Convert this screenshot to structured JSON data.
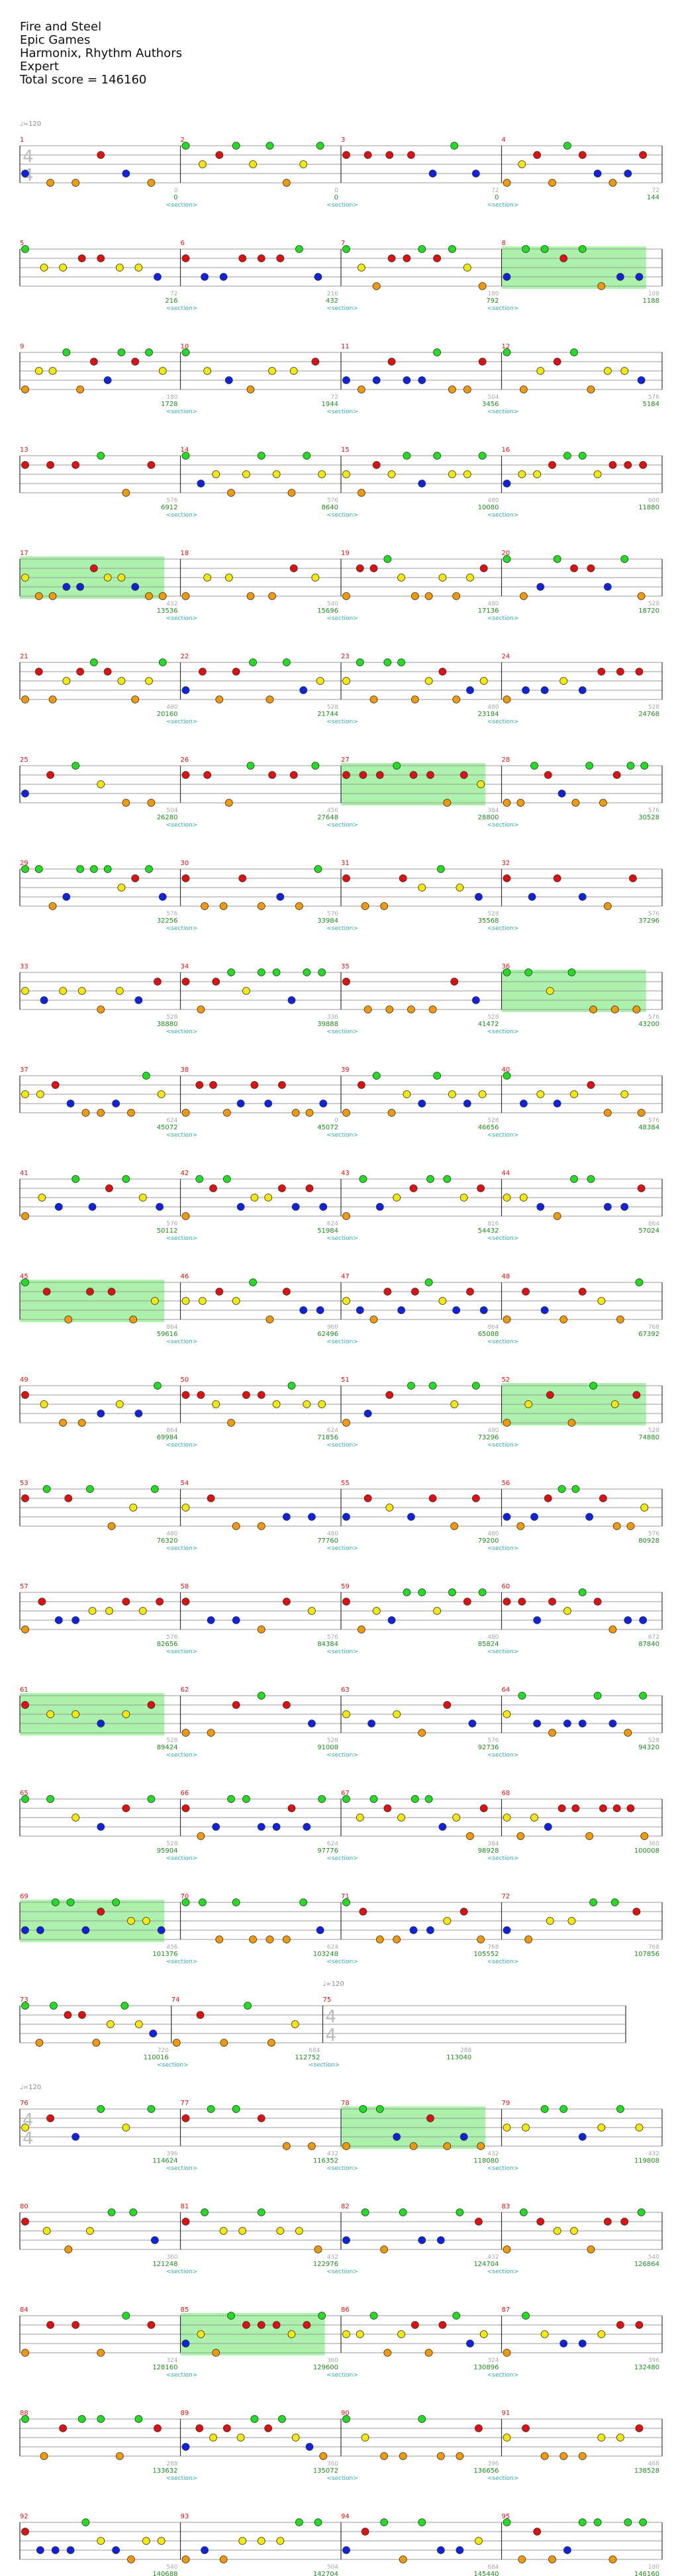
{
  "header": {
    "title": "Fire and Steel",
    "artist": "Epic Games",
    "charter": "Harmonix, Rhythm Authors",
    "difficulty": "Expert",
    "total_score": "Total score = 146160"
  },
  "tempo_label": "♩=120",
  "time_signature": {
    "numerator": "4",
    "denominator": "4"
  },
  "section_label": "<section>",
  "lane_colors": {
    "green": "#22dd22",
    "red": "#dd1111",
    "yellow": "#f5e80a",
    "blue": "#1122dd",
    "orange": "#f09a0a",
    "starpower": "#90ee90",
    "measure_number": "#dd1111",
    "score": "#228822",
    "section": "#33aaaa",
    "staff": "#999999"
  },
  "rows": [
    {
      "measures": [
        1,
        2,
        3,
        4
      ],
      "scores": [
        "0",
        "0",
        "0",
        "144"
      ],
      "counts": [
        "0",
        "0",
        "72",
        "72"
      ],
      "sections": [
        false,
        true,
        true,
        true
      ],
      "tempo": true,
      "timesig": true
    },
    {
      "measures": [
        5,
        6,
        7,
        8
      ],
      "scores": [
        "216",
        "432",
        "792",
        "1188"
      ],
      "counts": [
        "72",
        "216",
        "180",
        "108"
      ],
      "sections": [
        false,
        true,
        true,
        true
      ]
    },
    {
      "measures": [
        9,
        10,
        11,
        12
      ],
      "scores": [
        "1728",
        "1944",
        "3456",
        "5184"
      ],
      "counts": [
        "180",
        "72",
        "504",
        "576"
      ],
      "sections": [
        false,
        true,
        true,
        true
      ]
    },
    {
      "measures": [
        13,
        14,
        15,
        16
      ],
      "scores": [
        "6912",
        "8640",
        "10080",
        "11880"
      ],
      "counts": [
        "576",
        "576",
        "480",
        "600"
      ],
      "sections": [
        false,
        true,
        true,
        true
      ]
    },
    {
      "measures": [
        17,
        18,
        19,
        20
      ],
      "scores": [
        "13536",
        "15696",
        "17136",
        "18720"
      ],
      "counts": [
        "432",
        "540",
        "480",
        "528"
      ],
      "sections": [
        false,
        true,
        true,
        true
      ]
    },
    {
      "measures": [
        21,
        22,
        23,
        24
      ],
      "scores": [
        "20160",
        "21744",
        "23184",
        "24768"
      ],
      "counts": [
        "480",
        "528",
        "480",
        "528"
      ],
      "sections": [
        false,
        true,
        true,
        true
      ]
    },
    {
      "measures": [
        25,
        26,
        27,
        28
      ],
      "scores": [
        "26280",
        "27648",
        "28800",
        "30528"
      ],
      "counts": [
        "504",
        "456",
        "384",
        "576"
      ],
      "sections": [
        false,
        true,
        true,
        true
      ]
    },
    {
      "measures": [
        29,
        30,
        31,
        32
      ],
      "scores": [
        "32256",
        "33984",
        "35568",
        "37296"
      ],
      "counts": [
        "576",
        "576",
        "528",
        "576"
      ],
      "sections": [
        false,
        true,
        true,
        true
      ]
    },
    {
      "measures": [
        33,
        34,
        35,
        36
      ],
      "scores": [
        "38880",
        "39888",
        "41472",
        "43200"
      ],
      "counts": [
        "528",
        "336",
        "528",
        "576"
      ],
      "sections": [
        false,
        true,
        true,
        true
      ]
    },
    {
      "measures": [
        37,
        38,
        39,
        40
      ],
      "scores": [
        "45072",
        "45072",
        "46656",
        "48384"
      ],
      "counts": [
        "624",
        "0",
        "528",
        "576"
      ],
      "sections": [
        false,
        true,
        true,
        true
      ]
    },
    {
      "measures": [
        41,
        42,
        43,
        44
      ],
      "scores": [
        "50112",
        "51984",
        "54432",
        "57024"
      ],
      "counts": [
        "576",
        "624",
        "816",
        "864"
      ],
      "sections": [
        false,
        true,
        true,
        true
      ]
    },
    {
      "measures": [
        45,
        46,
        47,
        48
      ],
      "scores": [
        "59616",
        "62496",
        "65088",
        "67392"
      ],
      "counts": [
        "864",
        "960",
        "864",
        "768"
      ],
      "sections": [
        false,
        true,
        true,
        true
      ]
    },
    {
      "measures": [
        49,
        50,
        51,
        52
      ],
      "scores": [
        "69984",
        "71856",
        "73296",
        "74880"
      ],
      "counts": [
        "864",
        "624",
        "480",
        "528"
      ],
      "sections": [
        false,
        true,
        true,
        true
      ]
    },
    {
      "measures": [
        53,
        54,
        55,
        56
      ],
      "scores": [
        "76320",
        "77760",
        "79200",
        "80928"
      ],
      "counts": [
        "480",
        "480",
        "480",
        "576"
      ],
      "sections": [
        false,
        true,
        true,
        true
      ]
    },
    {
      "measures": [
        57,
        58,
        59,
        60
      ],
      "scores": [
        "82656",
        "84384",
        "85824",
        "87840"
      ],
      "counts": [
        "576",
        "576",
        "480",
        "672"
      ],
      "sections": [
        false,
        true,
        true,
        true
      ]
    },
    {
      "measures": [
        61,
        62,
        63,
        64
      ],
      "scores": [
        "89424",
        "91008",
        "92736",
        "94320"
      ],
      "counts": [
        "528",
        "528",
        "576",
        "528"
      ],
      "sections": [
        false,
        true,
        true,
        true
      ]
    },
    {
      "measures": [
        65,
        66,
        67,
        68
      ],
      "scores": [
        "95904",
        "97776",
        "98928",
        "100008"
      ],
      "counts": [
        "528",
        "624",
        "384",
        "360"
      ],
      "sections": [
        false,
        true,
        true,
        true
      ]
    },
    {
      "measures": [
        69,
        70,
        71,
        72
      ],
      "scores": [
        "101376",
        "103248",
        "105552",
        "107856"
      ],
      "counts": [
        "456",
        "624",
        "768",
        "768"
      ],
      "sections": [
        false,
        true,
        true,
        true
      ]
    },
    {
      "measures": [
        73,
        74,
        75
      ],
      "scores": [
        "110016",
        "112752",
        "113040"
      ],
      "counts": [
        "720",
        "684",
        "288"
      ],
      "sections": [
        false,
        true,
        true
      ],
      "tempo_at": 2,
      "timesig_at": 2,
      "short": true
    },
    {
      "measures": [
        76,
        77,
        78,
        79
      ],
      "scores": [
        "114624",
        "116352",
        "118080",
        "119808"
      ],
      "counts": [
        "396",
        "432",
        "432",
        "432"
      ],
      "sections": [
        false,
        true,
        true,
        true
      ],
      "tempo": true,
      "timesig": true
    },
    {
      "measures": [
        80,
        81,
        82,
        83
      ],
      "scores": [
        "121248",
        "122976",
        "124704",
        "126864"
      ],
      "counts": [
        "360",
        "432",
        "432",
        "540"
      ],
      "sections": [
        false,
        true,
        true,
        true
      ]
    },
    {
      "measures": [
        84,
        85,
        86,
        87
      ],
      "scores": [
        "128160",
        "129600",
        "130896",
        "132480"
      ],
      "counts": [
        "324",
        "360",
        "324",
        "396"
      ],
      "sections": [
        false,
        true,
        true,
        true
      ]
    },
    {
      "measures": [
        88,
        89,
        90,
        91
      ],
      "scores": [
        "133632",
        "135072",
        "136656",
        "138528"
      ],
      "counts": [
        "288",
        "360",
        "396",
        "468"
      ],
      "sections": [
        false,
        true,
        true,
        true
      ]
    },
    {
      "measures": [
        92,
        93,
        94,
        95
      ],
      "scores": [
        "140688",
        "142704",
        "145440",
        "146160"
      ],
      "counts": [
        "540",
        "504",
        "684",
        "180"
      ],
      "sections": [
        false,
        true,
        true,
        true
      ]
    }
  ]
}
